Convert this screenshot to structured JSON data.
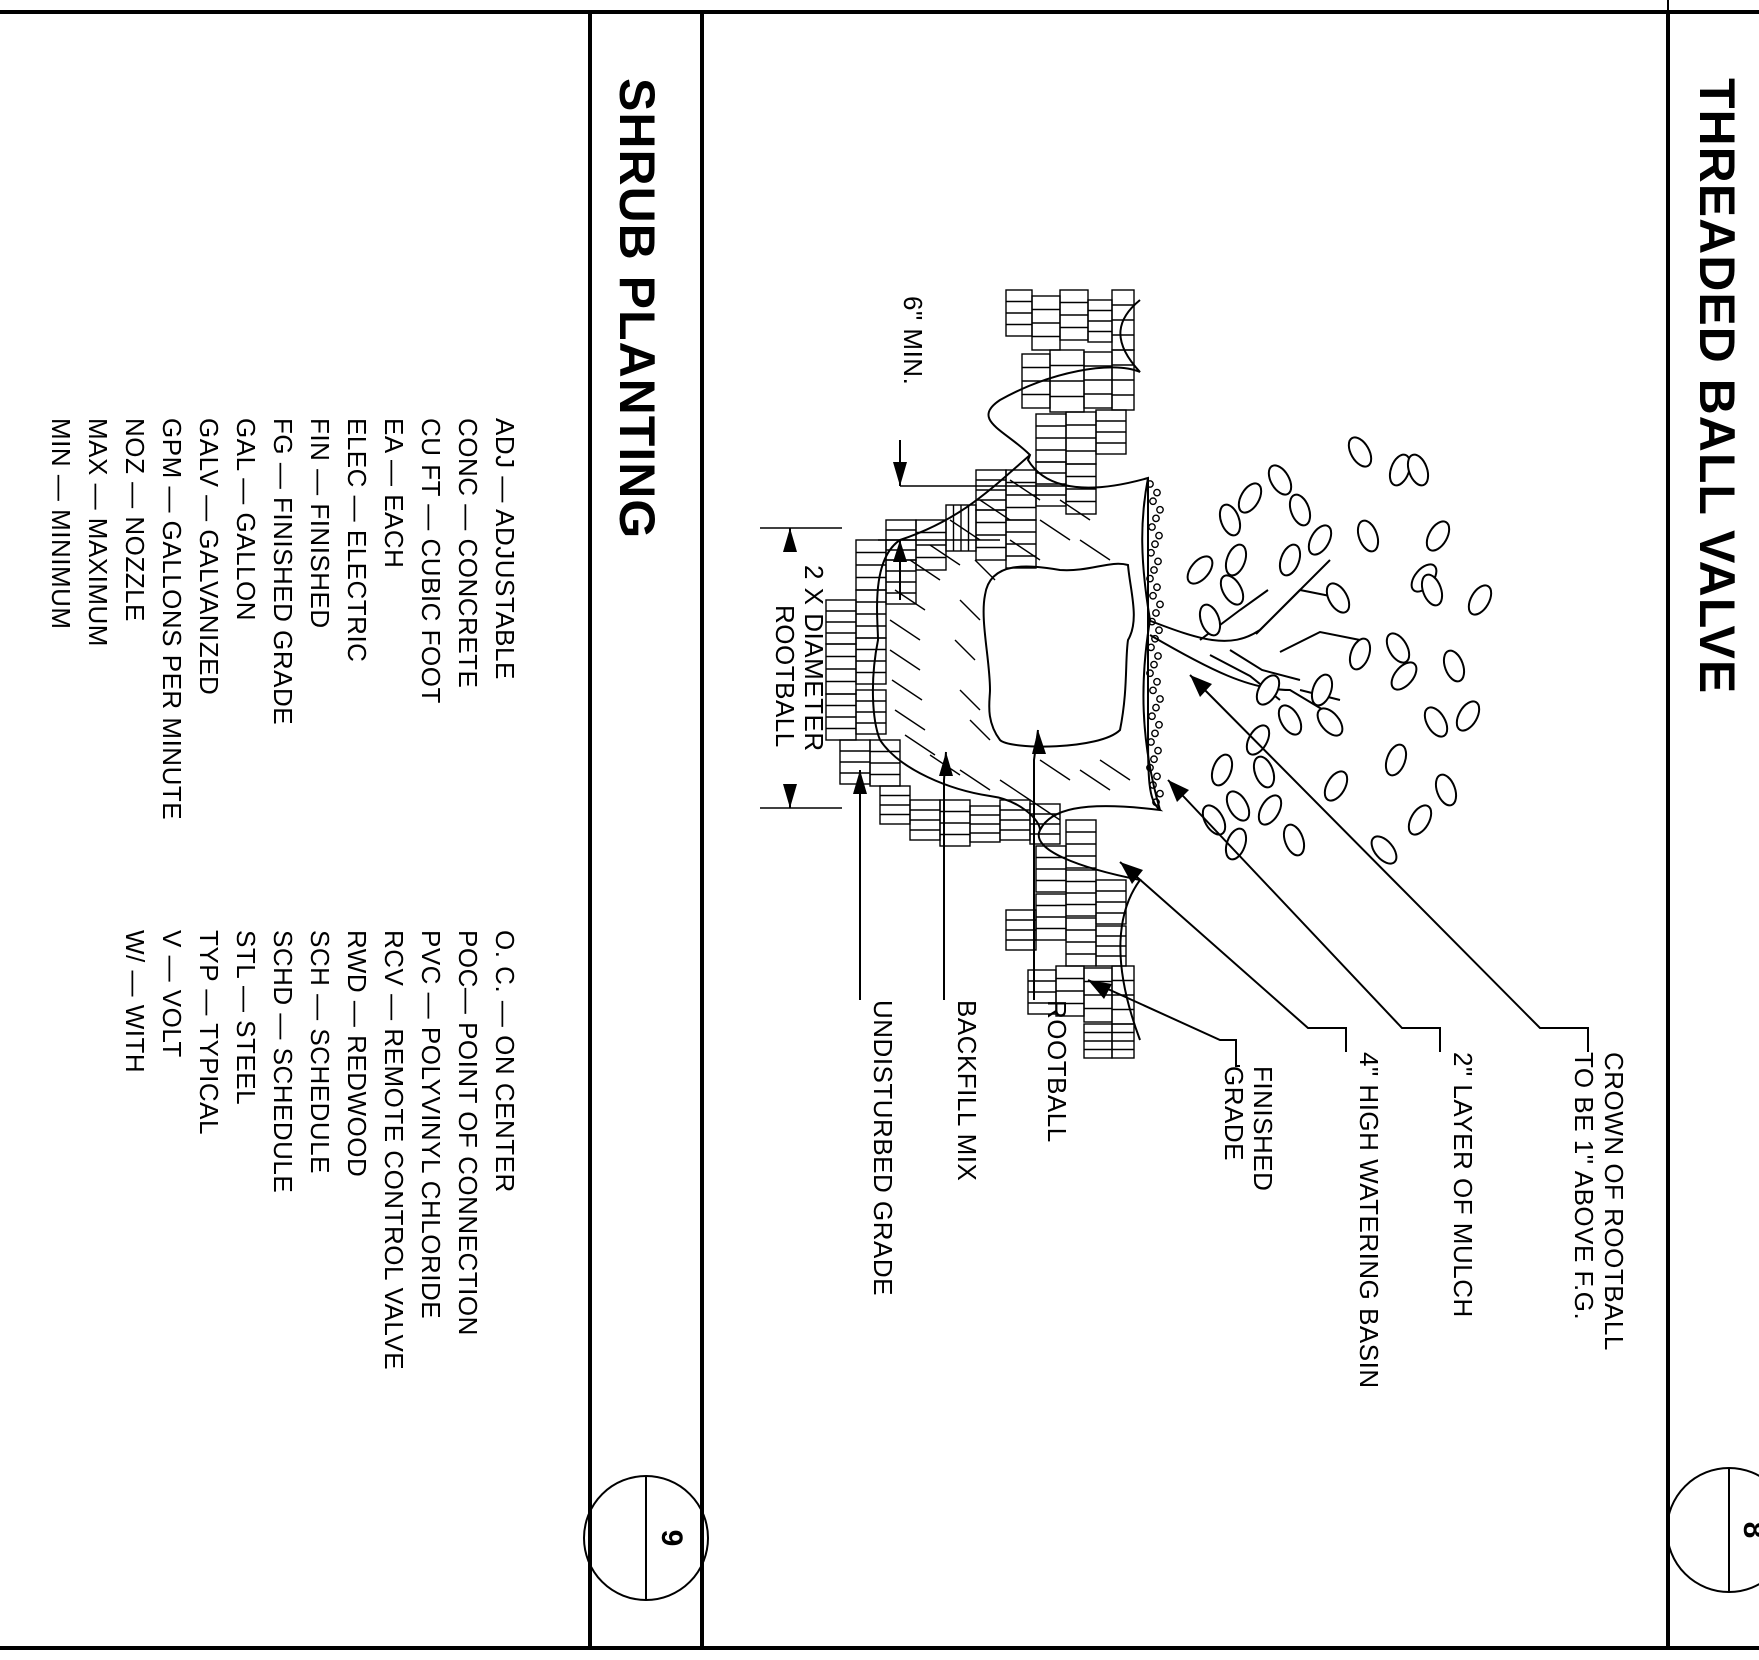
{
  "detail_8": {
    "title": "THREADED BALL VALVE",
    "number": "8"
  },
  "detail_9": {
    "title": "SHRUB PLANTING",
    "number": "9",
    "callouts": {
      "crown_line1": "CROWN OF ROOTBALL",
      "crown_line2": "TO BE 1\" ABOVE F.G.",
      "mulch": "2\" LAYER OF MULCH",
      "basin": "4\" HIGH WATERING BASIN",
      "finished_line1": "FINISHED",
      "finished_line2": "GRADE",
      "rootball": "ROOTBALL",
      "backfill": "BACKFILL MIX",
      "undisturbed": "UNDISTURBED GRADE",
      "min_depth": "6\" MIN.",
      "diameter_line1": "2 X DIAMETER",
      "diameter_line2": "ROOTBALL"
    }
  },
  "abbreviations": {
    "left": [
      "ADJ — ADJUSTABLE",
      "CONC — CONCRETE",
      "CU FT — CUBIC FOOT",
      "EA — EACH",
      "ELEC — ELECTRIC",
      "FIN — FINISHED",
      "FG — FINISHED GRADE",
      "GAL — GALLON",
      "GALV — GALVANIZED",
      "GPM — GALLONS PER MINUTE",
      "NOZ — NOZZLE",
      "MAX — MAXIMUM",
      "MIN — MINIMUM"
    ],
    "right": [
      "O. C. — ON CENTER",
      "POC— POINT OF CONNECTION",
      "PVC — POLYVINYL CHLORIDE",
      "RCV — REMOTE CONTROL VALVE",
      "RWD — REDWOOD",
      "SCH — SCHEDULE",
      "SCHD — SCHEDULE",
      "STL — STEEL",
      "TYP — TYPICAL",
      "V — VOLT",
      "W/ — WITH"
    ]
  }
}
